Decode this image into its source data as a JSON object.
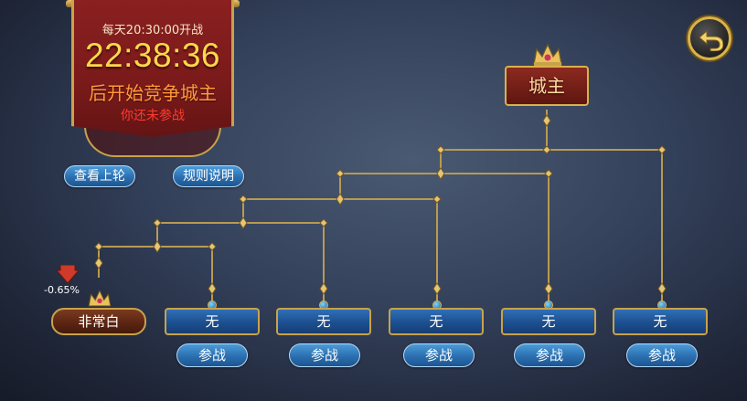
{
  "banner": {
    "daily": "每天20:30:00开战",
    "timer": "22:38:36",
    "start_text": "后开始竞争城主",
    "status": "你还未参战"
  },
  "buttons": {
    "view_last_round": "查看上轮",
    "rules": "规则说明"
  },
  "lord": {
    "title": "城主"
  },
  "player": {
    "name": "非常白",
    "change": "-0.65%"
  },
  "slots": [
    {
      "label": "无",
      "join": "参战"
    },
    {
      "label": "无",
      "join": "参战"
    },
    {
      "label": "无",
      "join": "参战"
    },
    {
      "label": "无",
      "join": "参战"
    },
    {
      "label": "无",
      "join": "参战"
    }
  ],
  "icons": {
    "return": "return-arrow-icon",
    "crown": "crown-icon",
    "down_arrow": "down-arrow-icon"
  },
  "colors": {
    "gold": "#c9a24a",
    "banner_red": "#7a1a1a",
    "timer_yellow": "#ffd84a",
    "status_red": "#ff3b30",
    "slot_blue": "#1c4f8f"
  }
}
